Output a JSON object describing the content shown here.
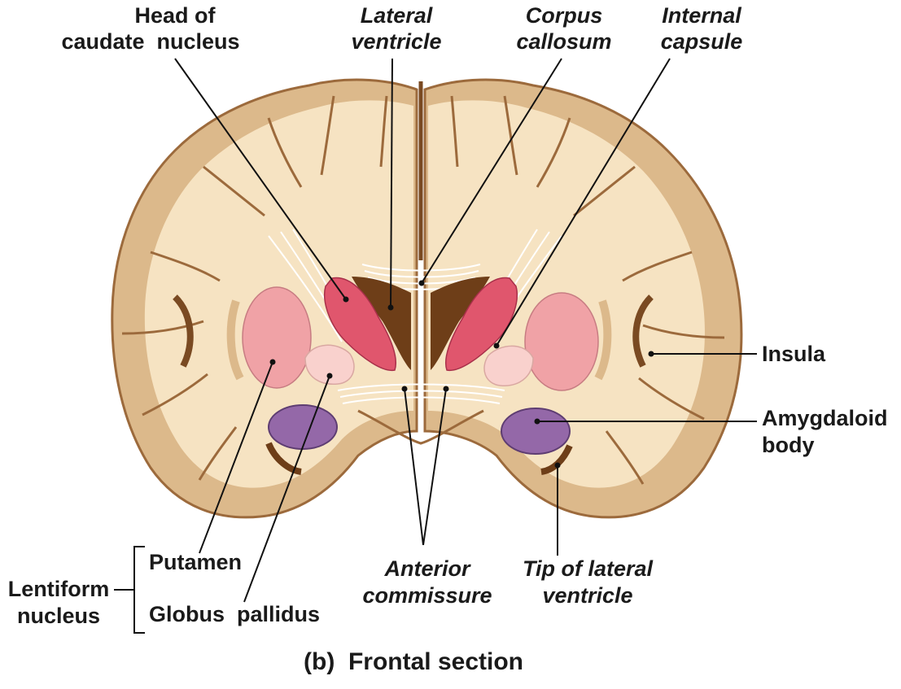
{
  "labels": {
    "head_of_caudate_1": "Head of",
    "head_of_caudate_2": "caudate  nucleus",
    "lateral_ventricle_1": "Lateral",
    "lateral_ventricle_2": "ventricle",
    "corpus_callosum_1": "Corpus",
    "corpus_callosum_2": "callosum",
    "internal_capsule_1": "Internal",
    "internal_capsule_2": "capsule",
    "insula": "Insula",
    "amygdaloid_1": "Amygdaloid",
    "amygdaloid_2": "body",
    "putamen": "Putamen",
    "globus_pallidus": "Globus  pallidus",
    "lentiform_1": "Lentiform",
    "lentiform_2": "nucleus",
    "anterior_commissure_1": "Anterior",
    "anterior_commissure_2": "commissure",
    "tip_lateral_ventricle_1": "Tip of lateral",
    "tip_lateral_ventricle_2": "ventricle"
  },
  "caption": "(b)  Frontal section",
  "colors": {
    "white_matter": "#f6e3c2",
    "gray_matter": "#dcb98b",
    "cortex_edge": "#9c6a3c",
    "ventricle": "#6e3e18",
    "caudate": "#e0566d",
    "putamen": "#f0a2a6",
    "globus_pallidus": "#f9d1cd",
    "amygdala": "#9468a8"
  }
}
